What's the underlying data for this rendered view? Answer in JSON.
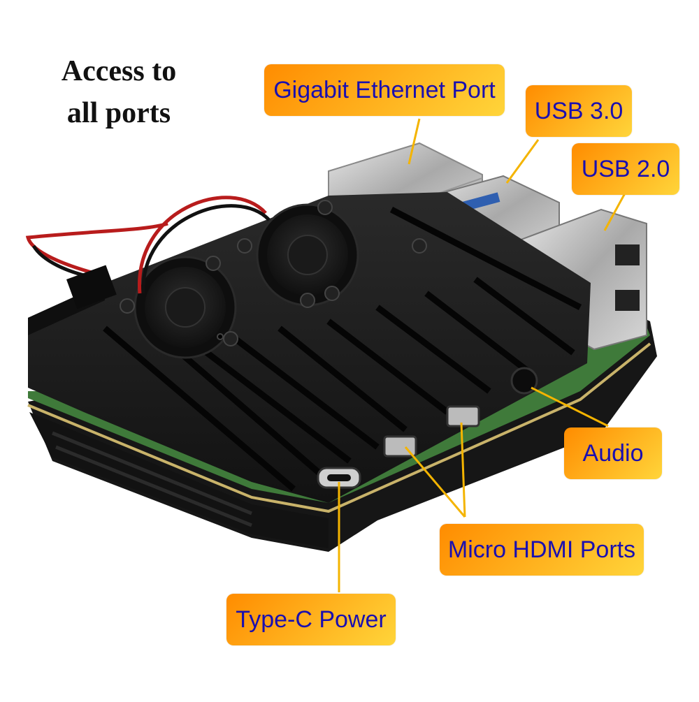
{
  "headline": {
    "line1": "Access to",
    "line2": "all ports"
  },
  "callouts": {
    "ethernet": "Gigabit Ethernet Port",
    "usb3": "USB 3.0",
    "usb2": "USB 2.0",
    "audio": "Audio",
    "hdmi": "Micro HDMI Ports",
    "power": "Type-C Power"
  },
  "colors": {
    "callout_gradient_start": "#ff8c00",
    "callout_gradient_end": "#ffe14a",
    "callout_text": "#1a0fb0",
    "leader_line": "#f4b400",
    "case_black": "#1b1b1b",
    "pcb_green": "#3f7a3a"
  }
}
